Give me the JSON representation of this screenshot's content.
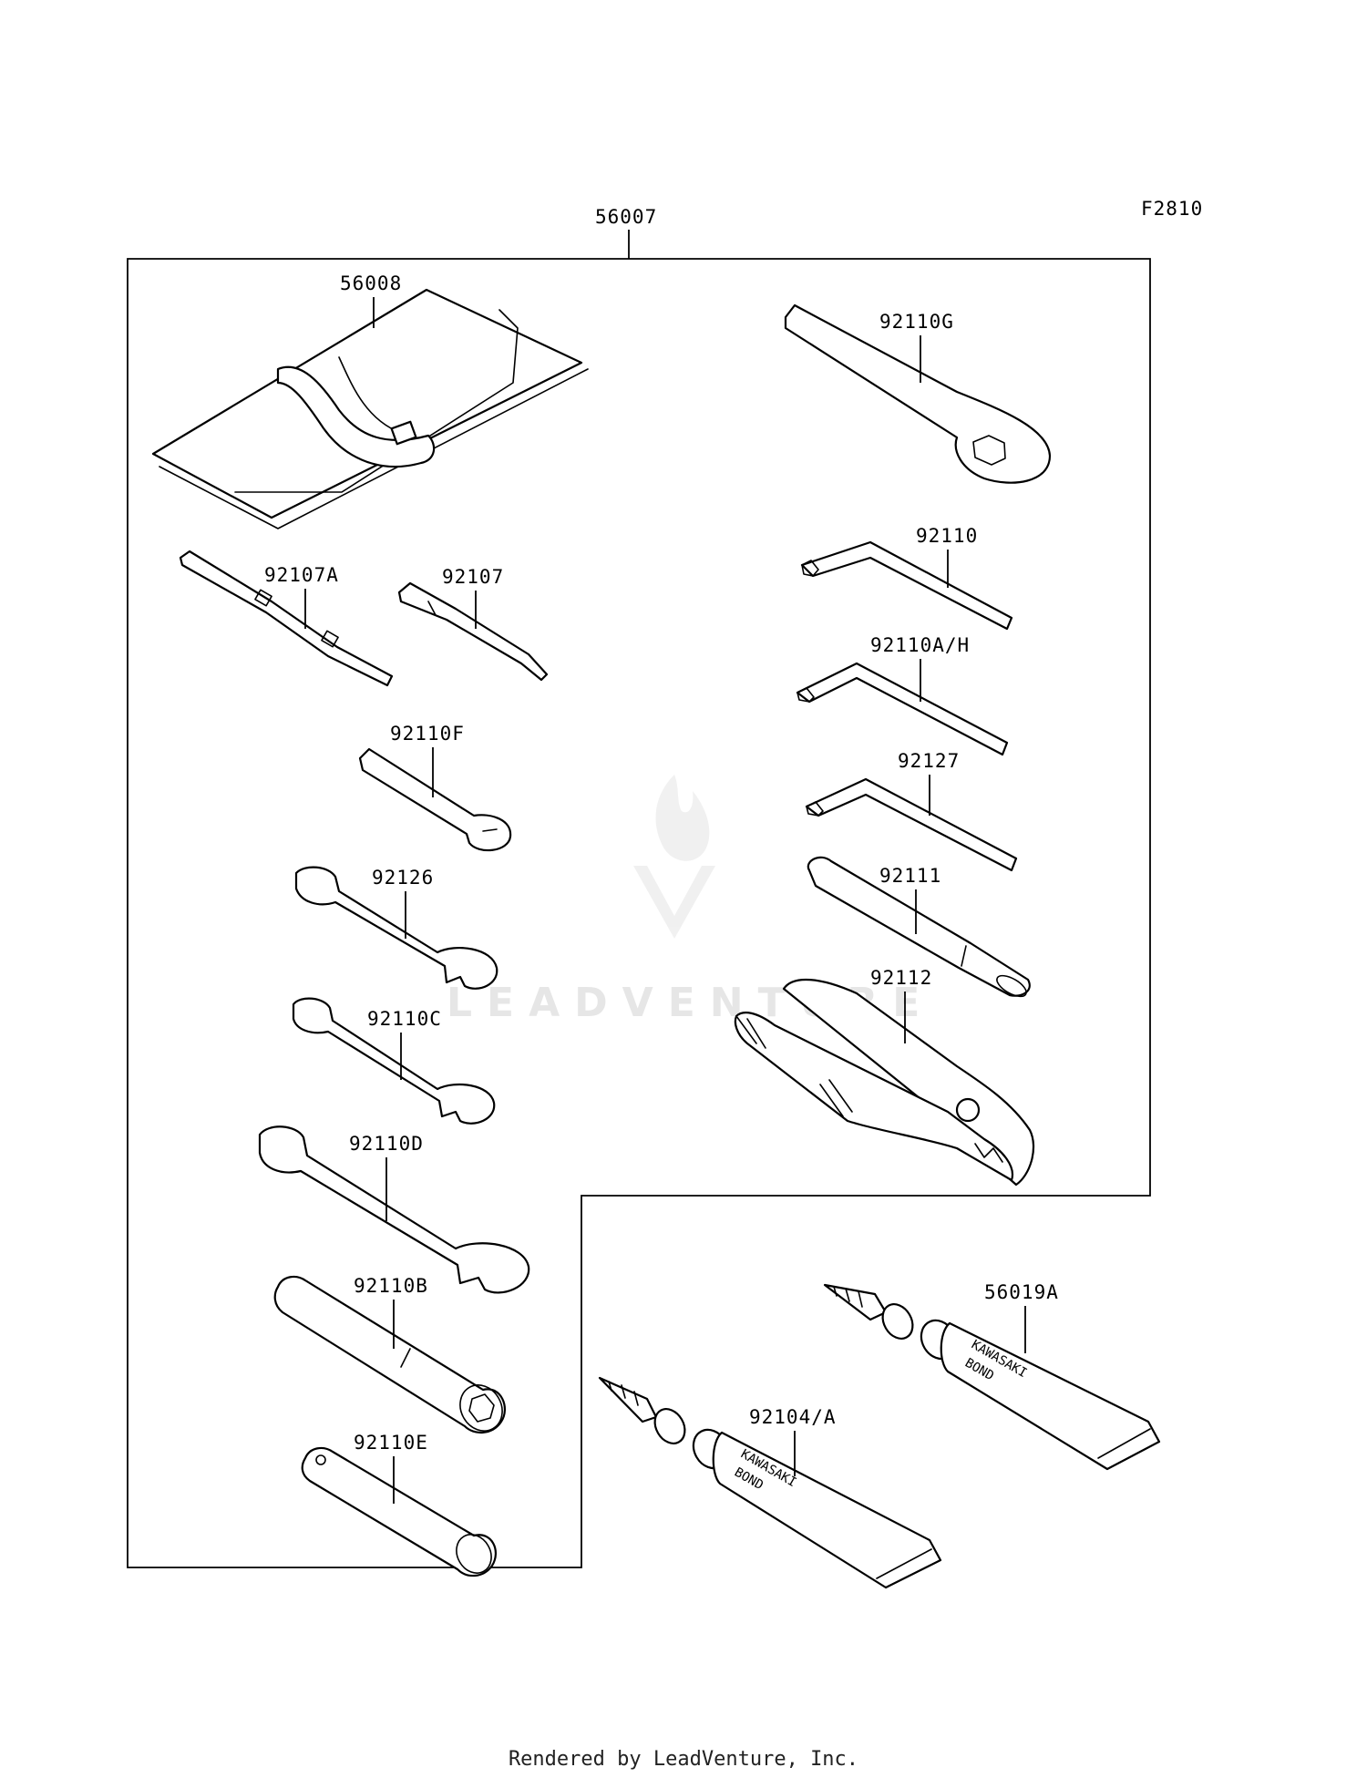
{
  "figure_code": "F2810",
  "assembly_label": "56007",
  "parts": {
    "p56008": "56008",
    "p92110G": "92110G",
    "p92107A": "92107A",
    "p92107": "92107",
    "p92110": "92110",
    "p92110AH": "92110A/H",
    "p92110F": "92110F",
    "p92127": "92127",
    "p92126": "92126",
    "p92111": "92111",
    "p92112": "92112",
    "p92110C": "92110C",
    "p92110D": "92110D",
    "p92110B": "92110B",
    "p92110E": "92110E",
    "p56019A": "56019A",
    "p92104A": "92104/A"
  },
  "tube_print": {
    "line1": "KAWASAKI",
    "line2": "BOND"
  },
  "watermark": "LEADVENTURE",
  "footer": "Rendered by LeadVenture, Inc."
}
